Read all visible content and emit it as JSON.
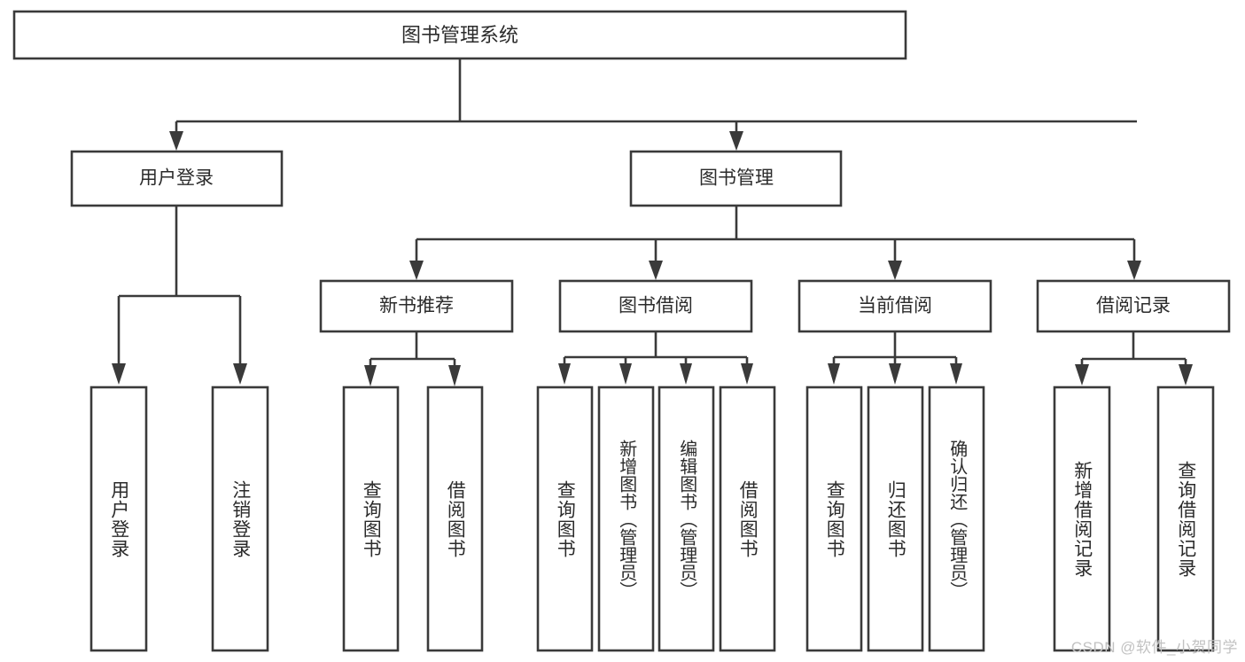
{
  "diagram": {
    "type": "tree",
    "title": "图书管理系统",
    "colors": {
      "stroke": "#3a3a3a",
      "fill": "#ffffff",
      "text": "#2b2b2b",
      "watermark": "#c2c2c2",
      "background": "#ffffff"
    },
    "root": {
      "label": "图书管理系统"
    },
    "level2": [
      {
        "label": "用户登录"
      },
      {
        "label": "图书管理"
      }
    ],
    "level3": [
      {
        "label": "新书推荐"
      },
      {
        "label": "图书借阅"
      },
      {
        "label": "当前借阅"
      },
      {
        "label": "借阅记录"
      }
    ],
    "leaves": {
      "user_login": [
        {
          "label": "用户登录"
        },
        {
          "label": "注销登录"
        }
      ],
      "new_book_recommend": [
        {
          "label": "查询图书"
        },
        {
          "label": "借阅图书"
        }
      ],
      "book_borrow": [
        {
          "label": "查询图书"
        },
        {
          "label": "新增图书（管理员）"
        },
        {
          "label": "编辑图书（管理员）"
        },
        {
          "label": "借阅图书"
        }
      ],
      "current_borrow": [
        {
          "label": "查询图书"
        },
        {
          "label": "归还图书"
        },
        {
          "label": "确认归还（管理员）"
        }
      ],
      "borrow_records": [
        {
          "label": "新增借阅记录"
        },
        {
          "label": "查询借阅记录"
        }
      ]
    }
  },
  "watermark": {
    "text": "CSDN @软件_小贺同学"
  }
}
